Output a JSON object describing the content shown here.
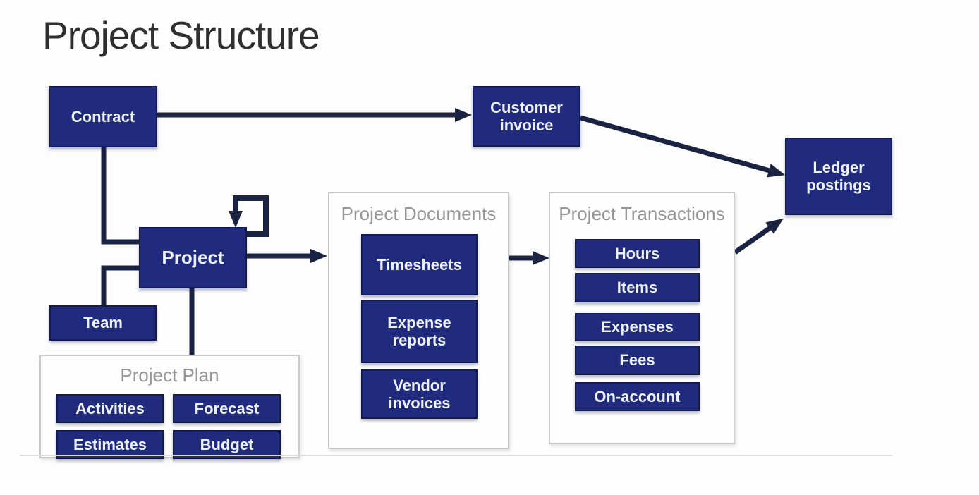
{
  "title": "Project Structure",
  "nodes": {
    "contract": "Contract",
    "customer_invoice": "Customer invoice",
    "ledger_postings": "Ledger postings",
    "project": "Project",
    "team": "Team"
  },
  "groups": {
    "project_plan": {
      "title": "Project Plan",
      "items": [
        "Activities",
        "Forecast",
        "Estimates",
        "Budget"
      ]
    },
    "project_documents": {
      "title": "Project Documents",
      "items": [
        "Timesheets",
        "Expense reports",
        "Vendor invoices"
      ]
    },
    "project_transactions": {
      "title": "Project Transactions",
      "items": [
        "Hours",
        "Items",
        "Expenses",
        "Fees",
        "On-account"
      ]
    }
  },
  "colors": {
    "node_fill": "#202b7e",
    "node_border": "#141c4d",
    "node_text": "#edf1fb",
    "connector": "#1a2342",
    "group_border": "#c9c9c9",
    "group_title_text": "#979797",
    "title_text": "#2f2f2f",
    "background": "#fdfdfd"
  }
}
